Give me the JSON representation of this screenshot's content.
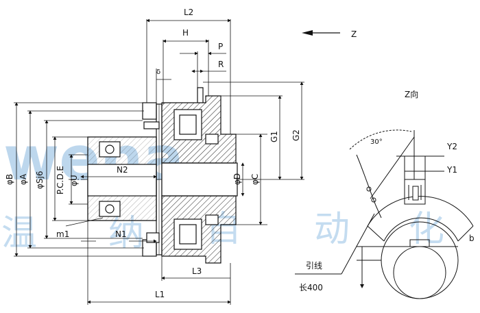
{
  "dimensions": {
    "L2": "L2",
    "H": "H",
    "P": "P",
    "R": "R",
    "delta": "δ",
    "N2": "N2",
    "N1": "N1",
    "m1": "m1",
    "L1": "L1",
    "L3": "L3",
    "G1": "G1",
    "G2": "G2",
    "phiB": "φB",
    "phiA": "φA",
    "phiSj6": "φSj6",
    "PCDE": "P.C.D.E",
    "phiU": "φU",
    "phiD": "φD",
    "phiC": "φC"
  },
  "view": {
    "arrow_label": "Z",
    "title": "Z向",
    "Y2": "Y2",
    "Y1": "Y1",
    "b": "b",
    "angle": "30°",
    "lead_line": "引线",
    "lead_length": "长400"
  },
  "watermark": {
    "latin": "wena",
    "cjk": [
      "温",
      "纳",
      "自",
      "动",
      "化"
    ]
  }
}
